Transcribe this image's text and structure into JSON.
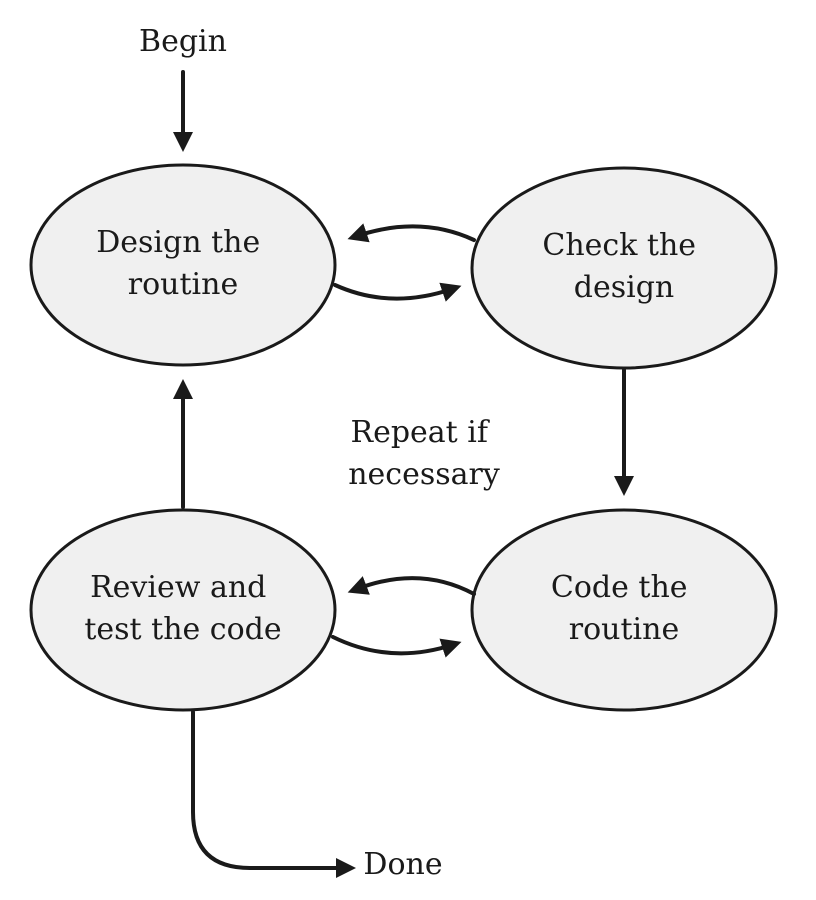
{
  "colors": {
    "node_fill": "#f0f0f0",
    "stroke": "#1a1a1a",
    "text": "#1a1a1a",
    "background": "#ffffff"
  },
  "labels": {
    "begin": "Begin",
    "done": "Done",
    "repeat": [
      "Repeat if",
      "necessary"
    ]
  },
  "nodes": {
    "design": {
      "lines": [
        "Design the",
        "routine"
      ]
    },
    "check": {
      "lines": [
        "Check the",
        "design"
      ]
    },
    "code": {
      "lines": [
        "Code the",
        "routine"
      ]
    },
    "review": {
      "lines": [
        "Review and",
        "test the code"
      ]
    }
  }
}
